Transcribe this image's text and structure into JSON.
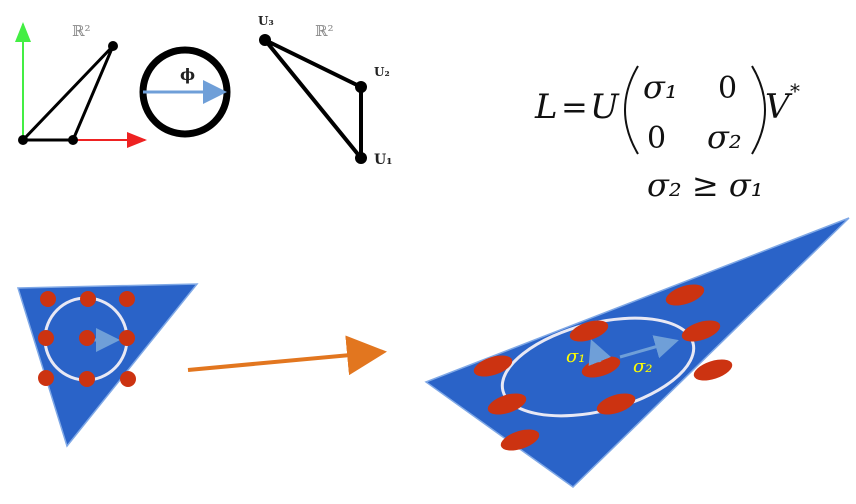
{
  "top_left": {
    "space_label": "ℝ²",
    "phi_label": "ϕ"
  },
  "top_right": {
    "space_label": "ℝ²",
    "u1_label": "U₁",
    "u2_label": "U₂",
    "u3_label": "U₃"
  },
  "equation": {
    "lhs": "L",
    "eq": "=",
    "u": "U",
    "m11": "σ₁",
    "m12": "0",
    "m21": "0",
    "m22": "σ₂",
    "v": "V",
    "star": "*",
    "condition": "σ₂ ≥ σ₁"
  },
  "bottom_right": {
    "sigma1_label": "σ₁",
    "sigma2_label": "σ₂"
  },
  "colors": {
    "blue_fill": "#2a63c8",
    "red_dots": "#cc3311",
    "arrow_orange": "#e2761f",
    "axis_red": "#ee2222",
    "axis_green": "#44ee44",
    "arrow_blue": "#6f9fd8"
  }
}
